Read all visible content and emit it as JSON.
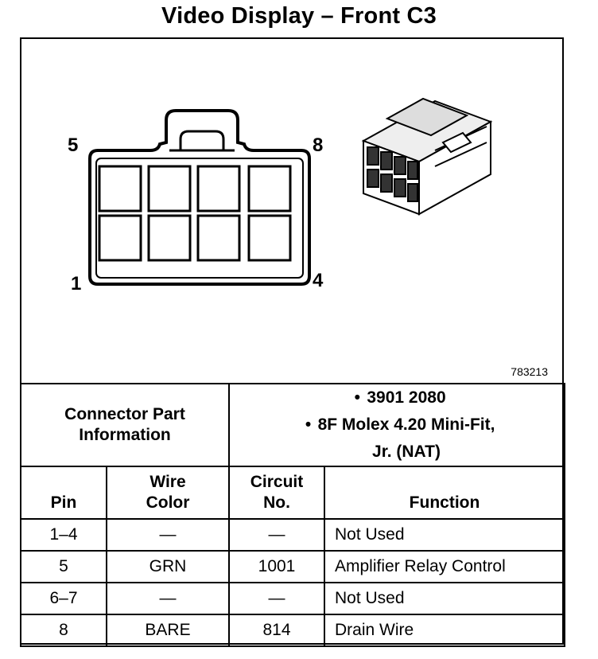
{
  "title": "Video Display – Front C3",
  "figure_number": "783213",
  "pin_labels": {
    "top_left": "5",
    "top_right": "8",
    "bottom_left": "1",
    "bottom_right": "4"
  },
  "connector_info": {
    "label_line1": "Connector Part",
    "label_line2": "Information",
    "items": [
      "3901 2080",
      "8F Molex 4.20 Mini-Fit,",
      "Jr. (NAT)"
    ]
  },
  "table": {
    "headers": {
      "pin": "Pin",
      "wire_color_line1": "Wire",
      "wire_color_line2": "Color",
      "circuit_line1": "Circuit",
      "circuit_line2": "No.",
      "function": "Function"
    },
    "rows": [
      {
        "pin": "1–4",
        "wire_color": "—",
        "circuit": "—",
        "function": "Not Used"
      },
      {
        "pin": "5",
        "wire_color": "GRN",
        "circuit": "1001",
        "function": "Amplifier Relay Control"
      },
      {
        "pin": "6–7",
        "wire_color": "—",
        "circuit": "—",
        "function": "Not Used"
      },
      {
        "pin": "8",
        "wire_color": "BARE",
        "circuit": "814",
        "function": "Drain Wire"
      }
    ]
  }
}
